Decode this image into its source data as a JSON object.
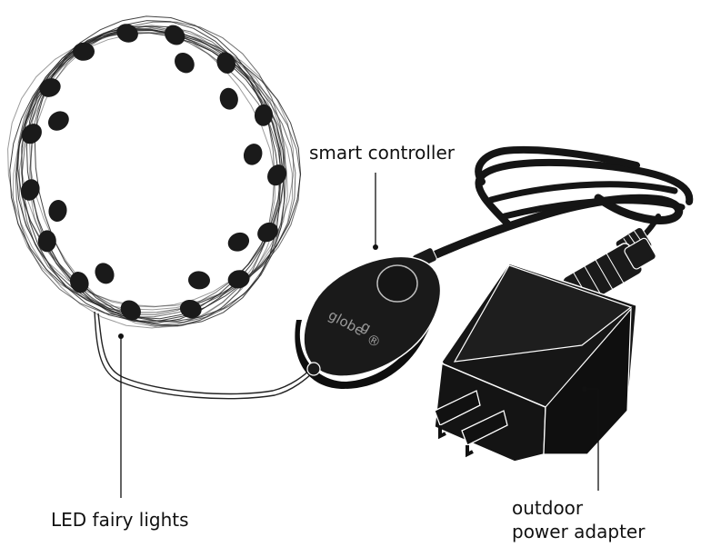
{
  "labels": {
    "smart_controller": "smart controller",
    "led_fairy_lights": "LED fairy lights",
    "outdoor": "outdoor",
    "power_adapter": "power adapter"
  },
  "controller": {
    "brand_mark": "g",
    "brand_text": "globe",
    "registered": "®"
  },
  "colors": {
    "ink": "#111111",
    "device": "#1a1a1a",
    "brand_grey": "#9a9a9a",
    "background": "#ffffff"
  },
  "icons": [
    "led-bulb-icon",
    "power-adapter-icon",
    "controller-icon",
    "cable-coil-icon"
  ]
}
